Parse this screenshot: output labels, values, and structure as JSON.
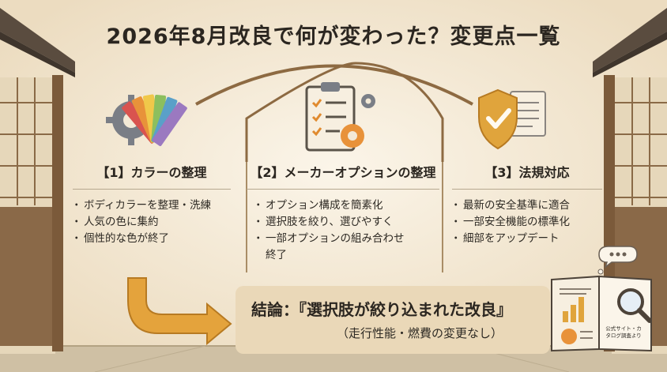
{
  "title": "2026年8月改良で何が変わった？変更点一覧",
  "columns": [
    {
      "icon": "color-palette-gear-icon",
      "heading": "【1】カラーの整理",
      "items": [
        "ボディカラーを整理・洗練",
        "人気の色に集約",
        "個性的な色が終了"
      ]
    },
    {
      "icon": "checklist-clipboard-gear-icon",
      "heading": "【2】メーカーオプションの整理",
      "items": [
        "オプション構成を簡素化",
        "選択肢を絞り、選びやすく",
        "一部オプションの組み合わせ終了"
      ]
    },
    {
      "icon": "shield-check-document-icon",
      "heading": "【3】法規対応",
      "items": [
        "最新の安全基準に適合",
        "一部安全機能の標準化",
        "細部をアップデート"
      ]
    }
  ],
  "conclusion": {
    "main": "結論：『選択肢が絞り込まれた改良』",
    "sub": "（走行性能・燃費の変更なし）"
  },
  "catalog": {
    "icon": "catalog-magnifier-icon",
    "caption": "公式サイト・カタログ調査より"
  }
}
